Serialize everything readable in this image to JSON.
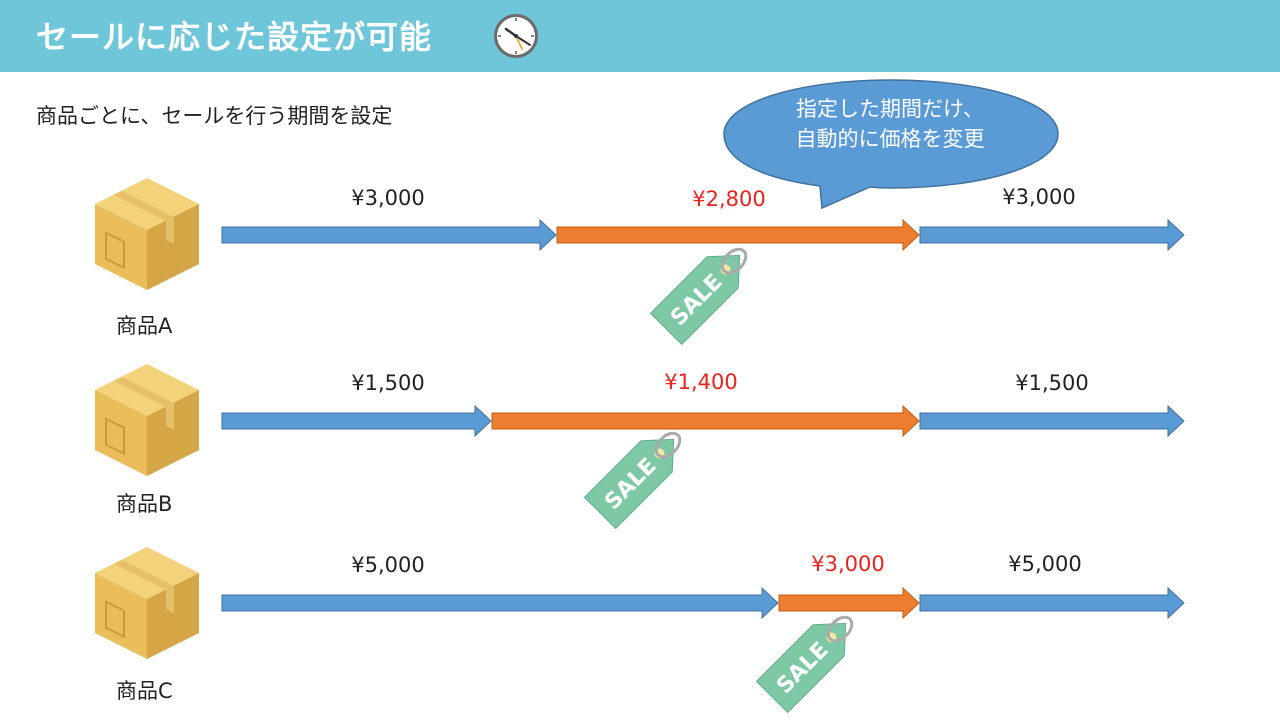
{
  "header": {
    "title": "セールに応じた設定が可能",
    "icon": "clock-icon",
    "background": "#6ec6d8"
  },
  "subtitle": "商品ごとに、セールを行う期間を設定",
  "bubble": {
    "line1": "指定した期間だけ、",
    "line2": "自動的に価格を変更",
    "color": "#5b9bd5"
  },
  "colors": {
    "normal_arrow": "#5b9bd5",
    "sale_arrow": "#ed7d31",
    "sale_price_text": "#e8231f",
    "tag": "#7fc8a6"
  },
  "products": [
    {
      "label": "商品A",
      "prices": {
        "before": "¥3,000",
        "sale": "¥2,800",
        "after": "¥3,000"
      },
      "tag_text": "SALE"
    },
    {
      "label": "商品B",
      "prices": {
        "before": "¥1,500",
        "sale": "¥1,400",
        "after": "¥1,500"
      },
      "tag_text": "SALE"
    },
    {
      "label": "商品C",
      "prices": {
        "before": "¥5,000",
        "sale": "¥3,000",
        "after": "¥5,000"
      },
      "tag_text": "SALE"
    }
  ]
}
